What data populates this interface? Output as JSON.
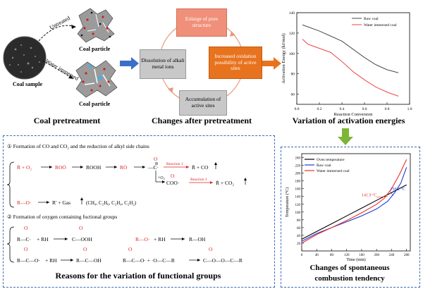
{
  "panel1": {
    "coal_sample_label": "Coal sample",
    "untreated_label": "Untreated",
    "water_immersed_label": "Water immersed",
    "particle_label_top": "Coal particle",
    "particle_label_bottom": "Coal particle",
    "caption": "Coal pretreatment"
  },
  "panel2": {
    "top_box": "Enlarge of pore structure",
    "left_box": "Dissolution of alkali metal ions",
    "right_box": "Increased oxidation possibility of active sites",
    "bottom_box": "Accumulation of active sites",
    "caption": "Changes after pretreatment",
    "colors": {
      "top": "#f0907a",
      "left": "#c8c8c8",
      "right": "#e8731e",
      "bottom": "#c8c8c8",
      "ring": "#e89a7a"
    }
  },
  "panel3": {
    "caption": "Variation of activation energies",
    "chart_data": {
      "type": "line",
      "xlabel": "Reaction Conversion",
      "ylabel": "Activation Energy (kJ/mol)",
      "xlim": [
        0,
        1
      ],
      "ylim": [
        50,
        140
      ],
      "series": [
        {
          "name": "Raw coal",
          "color": "#333333",
          "x": [
            0.05,
            0.1,
            0.2,
            0.3,
            0.4,
            0.5,
            0.6,
            0.7,
            0.8,
            0.9
          ],
          "y": [
            128,
            126,
            122,
            117,
            112,
            104,
            96,
            89,
            84,
            81
          ]
        },
        {
          "name": "Water immersed coal",
          "color": "#e8302a",
          "x": [
            0.05,
            0.1,
            0.2,
            0.3,
            0.4,
            0.5,
            0.6,
            0.7,
            0.8,
            0.9
          ],
          "y": [
            114,
            109,
            105,
            101,
            92,
            82,
            74,
            67,
            62,
            58
          ]
        }
      ]
    }
  },
  "panel4": {
    "caption": "Reasons for the variation of functional groups",
    "section1_title": "① Formation of CO and CO₂ and the reduction of alkyl side chains",
    "section2_title": "② Formation of oxygen containing fuctional groups",
    "r_plus_o2": "Ṙ + O₂",
    "roo": "ROȮ",
    "rooh": "ROOH",
    "ro": "RȮ",
    "reaction1": "Reaction 1",
    "reaction2": "Reaction 2",
    "r_co": "Ṙ + CO",
    "plus_o2": "+O₂",
    "coo_radical": "COO·",
    "r_co2": "Ṙ + CO₂",
    "ro_left": "R—O·",
    "r_gas": "R' + Gas",
    "gas_list": "(CH₄, C₂H₆, C₂H₄, C₂H₂)",
    "plus_rh": "+ RH",
    "rh2": "+ RH",
    "rh3": "+ RH",
    "coo_group": "C—OOH",
    "r_oh": "R—OH",
    "ester": "C—O—O—C—R"
  },
  "panel5": {
    "caption_line1": "Changes of spontaneous",
    "caption_line2": "combustion tendency",
    "chart_data": {
      "type": "line",
      "xlabel": "Time (min)",
      "ylabel": "Temperature (°C)",
      "xlim": [
        0,
        290
      ],
      "ylim": [
        0,
        250
      ],
      "xticks": [
        0,
        40,
        80,
        120,
        160,
        200,
        240,
        280
      ],
      "yticks": [
        20,
        40,
        60,
        80,
        100,
        120,
        140,
        160,
        180,
        200,
        220,
        240
      ],
      "annotations": [
        {
          "text": "159.2 °C",
          "color": "#1f3bd6"
        },
        {
          "text": "141.9 °C",
          "color": "#e8302a"
        }
      ],
      "series": [
        {
          "name": "Oven temperature",
          "color": "#000000",
          "x": [
            0,
            40,
            80,
            120,
            160,
            200,
            240,
            280
          ],
          "y": [
            30,
            50,
            70,
            90,
            110,
            130,
            150,
            170
          ]
        },
        {
          "name": "Raw coal",
          "color": "#1f3bd6",
          "x": [
            0,
            40,
            80,
            120,
            160,
            200,
            230,
            250,
            265,
            280
          ],
          "y": [
            25,
            45,
            60,
            75,
            90,
            108,
            128,
            152,
            175,
            215
          ]
        },
        {
          "name": "Water immersed coal",
          "color": "#e8302a",
          "x": [
            0,
            40,
            80,
            120,
            160,
            200,
            220,
            240,
            260,
            280
          ],
          "y": [
            20,
            42,
            60,
            78,
            98,
            120,
            135,
            160,
            195,
            235
          ]
        }
      ]
    }
  }
}
